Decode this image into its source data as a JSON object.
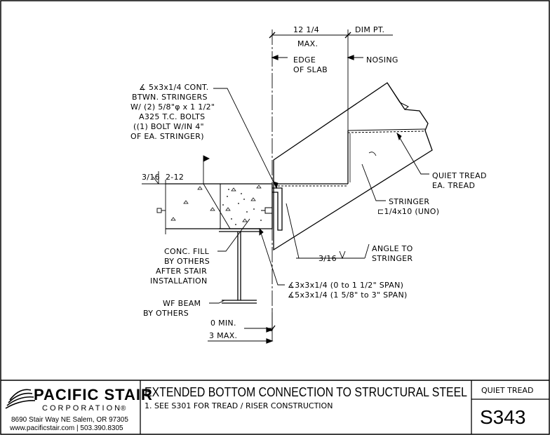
{
  "labels": {
    "dim_12_1_4": "12 1/4",
    "dim_max": "MAX.",
    "dim_pt": "DIM PT.",
    "edge_of_slab_1": "EDGE",
    "edge_of_slab_2": "OF SLAB",
    "nosing": "NOSING",
    "angle_cont_1": "∡ 5x3x1/4 CONT.",
    "angle_cont_2": "BTWN. STRINGERS",
    "angle_cont_3": "W/ (2) 5/8\"φ x 1 1/2\"",
    "angle_cont_4": "A325 T.C. BOLTS",
    "angle_cont_5": "((1) BOLT W/IN 4\"",
    "angle_cont_6": "OF EA. STRINGER)",
    "weld_size": "3/16",
    "weld_spacing": "2-12",
    "quiet_tread_1": "QUIET TREAD",
    "quiet_tread_2": "EA. TREAD",
    "stringer_1": "STRINGER",
    "stringer_2": "⊏1/4x10 (UNO)",
    "angle_to_1": "ANGLE TO",
    "angle_to_2": "STRINGER",
    "weld_3_16": "3/16",
    "conc_fill_1": "CONC. FILL",
    "conc_fill_2": "BY OTHERS",
    "conc_fill_3": "AFTER STAIR",
    "conc_fill_4": "INSTALLATION",
    "wf_beam_1": "WF BEAM",
    "wf_beam_2": "BY OTHERS",
    "angle_span_1": "∡3x3x1/4 (0 to 1 1/2\" SPAN)",
    "angle_span_2": "∡5x3x1/4 (1 5/8\" to 3\" SPAN)",
    "zero_min": "0 MIN.",
    "three_max": "3 MAX."
  },
  "title_block": {
    "company": "PACIFIC STAIR",
    "corporation": "CORPORATION",
    "registered": "®",
    "address": "8690 Stair Way NE Salem, OR 97305",
    "contact": "www.pacificstair.com  |  503.390.8305",
    "title": "EXTENDED BOTTOM CONNECTION TO STRUCTURAL STEEL",
    "note": "1.  SEE S301 FOR TREAD / RISER CONSTRUCTION",
    "category": "QUIET TREAD",
    "code": "S343"
  }
}
